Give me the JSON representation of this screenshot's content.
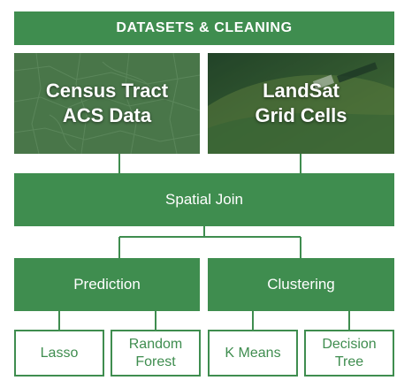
{
  "colors": {
    "primary": "#3f8d4f",
    "text_on_primary": "#ffffff",
    "background": "#ffffff"
  },
  "header": {
    "title": "DATASETS & CLEANING"
  },
  "sources": {
    "census": {
      "label": "Census Tract\nACS Data",
      "background": "map-texture"
    },
    "landsat": {
      "label": "LandSat\nGrid Cells",
      "background": "satellite-image"
    }
  },
  "join": {
    "label": "Spatial Join"
  },
  "branches": {
    "prediction": {
      "label": "Prediction",
      "methods": [
        "Lasso",
        "Random\nForest"
      ]
    },
    "clustering": {
      "label": "Clustering",
      "methods": [
        "K Means",
        "Decision\nTree"
      ]
    }
  }
}
